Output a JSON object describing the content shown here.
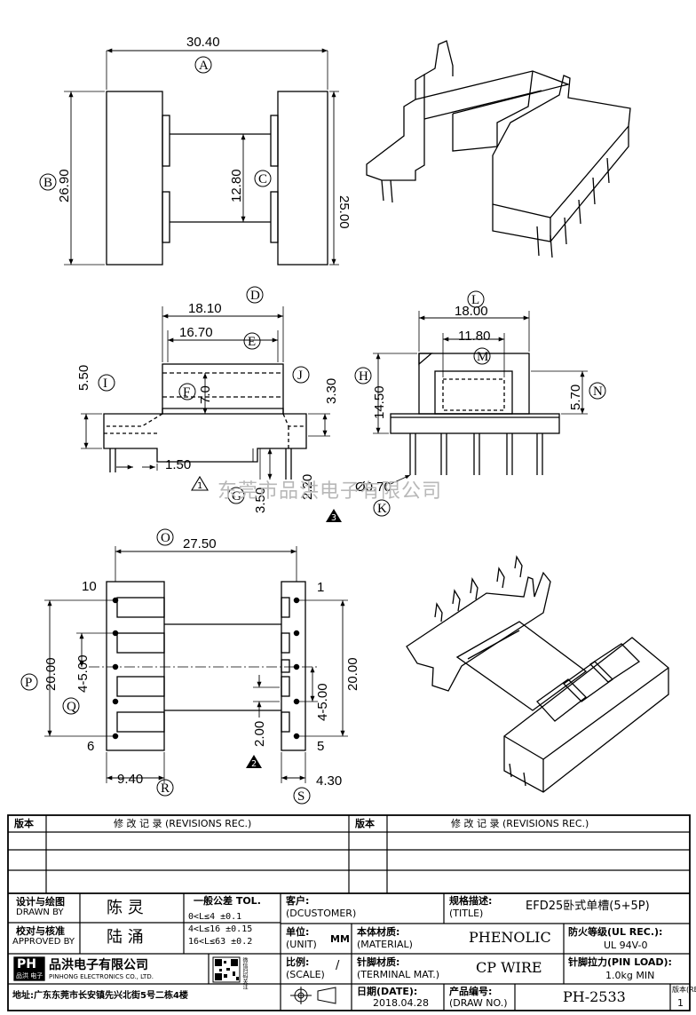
{
  "dimensions": {
    "top_view": {
      "A": "30.40",
      "B": "26.90",
      "C": "12.80",
      "D_right": "25.00"
    },
    "front_view": {
      "D": "18.10",
      "E": "16.70",
      "F": "7.0",
      "I": "5.50",
      "J": "3.30",
      "pin_1": "1.50",
      "pin_2": "3.50",
      "pin_3": "2.20"
    },
    "side_view": {
      "L": "18.00",
      "M": "11.80",
      "H": "14.50",
      "N": "5.70",
      "K": "Ø0.70"
    },
    "bottom_view": {
      "O": "27.50",
      "P": "20.00",
      "Q": "4-5.00",
      "R": "9.40",
      "S": "4.30",
      "right_20": "20.00",
      "right_4x5": "4-5.00",
      "pitch": "2.00",
      "pin_1": "1",
      "pin_5": "5",
      "pin_6": "6",
      "pin_10": "10"
    }
  },
  "markers": [
    "A",
    "B",
    "C",
    "D",
    "E",
    "F",
    "G",
    "H",
    "I",
    "J",
    "K",
    "L",
    "M",
    "N",
    "O",
    "P",
    "Q",
    "R",
    "S"
  ],
  "notes": [
    "1",
    "2",
    "3"
  ],
  "watermark": "东莞市品洪电子有限公司",
  "revisions": {
    "left_label": "版本",
    "left_header": "修 改 记 录 (REVISIONS REC.)",
    "right_label": "版本",
    "right_header": "修 改 记 录 (REVISIONS REC.)"
  },
  "title_block": {
    "designer_label": "设计与绘图",
    "designer_en": "DRAWN BY",
    "designer_name": "陈 灵",
    "approver_label": "校对与核准",
    "approver_en": "APPROVED BY",
    "approver_name": "陆 涌",
    "tol_title": "一般公差 TOL.",
    "tol_rows": [
      "0<L≤4    ±0.1",
      "4<L≤16   ±0.15",
      "16<L≤63  ±0.2"
    ],
    "customer_label": "客户:",
    "customer_en": "(DCUSTOMER)",
    "unit_label": "单位:",
    "unit_en": "(UNIT)",
    "unit_value": "MM",
    "scale_label": "比例:",
    "scale_en": "(SCALE)",
    "scale_value": "/",
    "spec_label": "规格描述:",
    "spec_en": "(TITLE)",
    "spec_value": "EFD25卧式单槽(5+5P)",
    "material_label": "本体材质:",
    "material_en": "(MATERIAL)",
    "material_value": "PHENOLIC",
    "fire_label": "防火等级(UL REC.):",
    "fire_value": "UL 94V-0",
    "terminal_label": "针脚材质:",
    "terminal_en": "(TERMINAL MAT.)",
    "terminal_value": "CP WIRE",
    "pinload_label": "针脚拉力(PIN LOAD):",
    "pinload_value": "1.0kg MIN",
    "date_label": "日期(DATE):",
    "date_value": "2018.04.28",
    "drawno_label": "产品编号:",
    "drawno_en": "(DRAW NO.)",
    "drawno_value": "PH-2533",
    "rev_label": "版本(REV):",
    "rev_value": "1",
    "company_cn": "品洪电子有限公司",
    "company_en": "PINHONG ELECTRONICS CO., LTD.",
    "address": "地址:广东东莞市长安镇先兴北街5号二栋4楼",
    "logo_text": "PH",
    "logo_sub": "品洪 电子",
    "qr_side": "微信扫码关注"
  },
  "colors": {
    "ink": "#000000",
    "watermark": "#b8b8b8"
  }
}
